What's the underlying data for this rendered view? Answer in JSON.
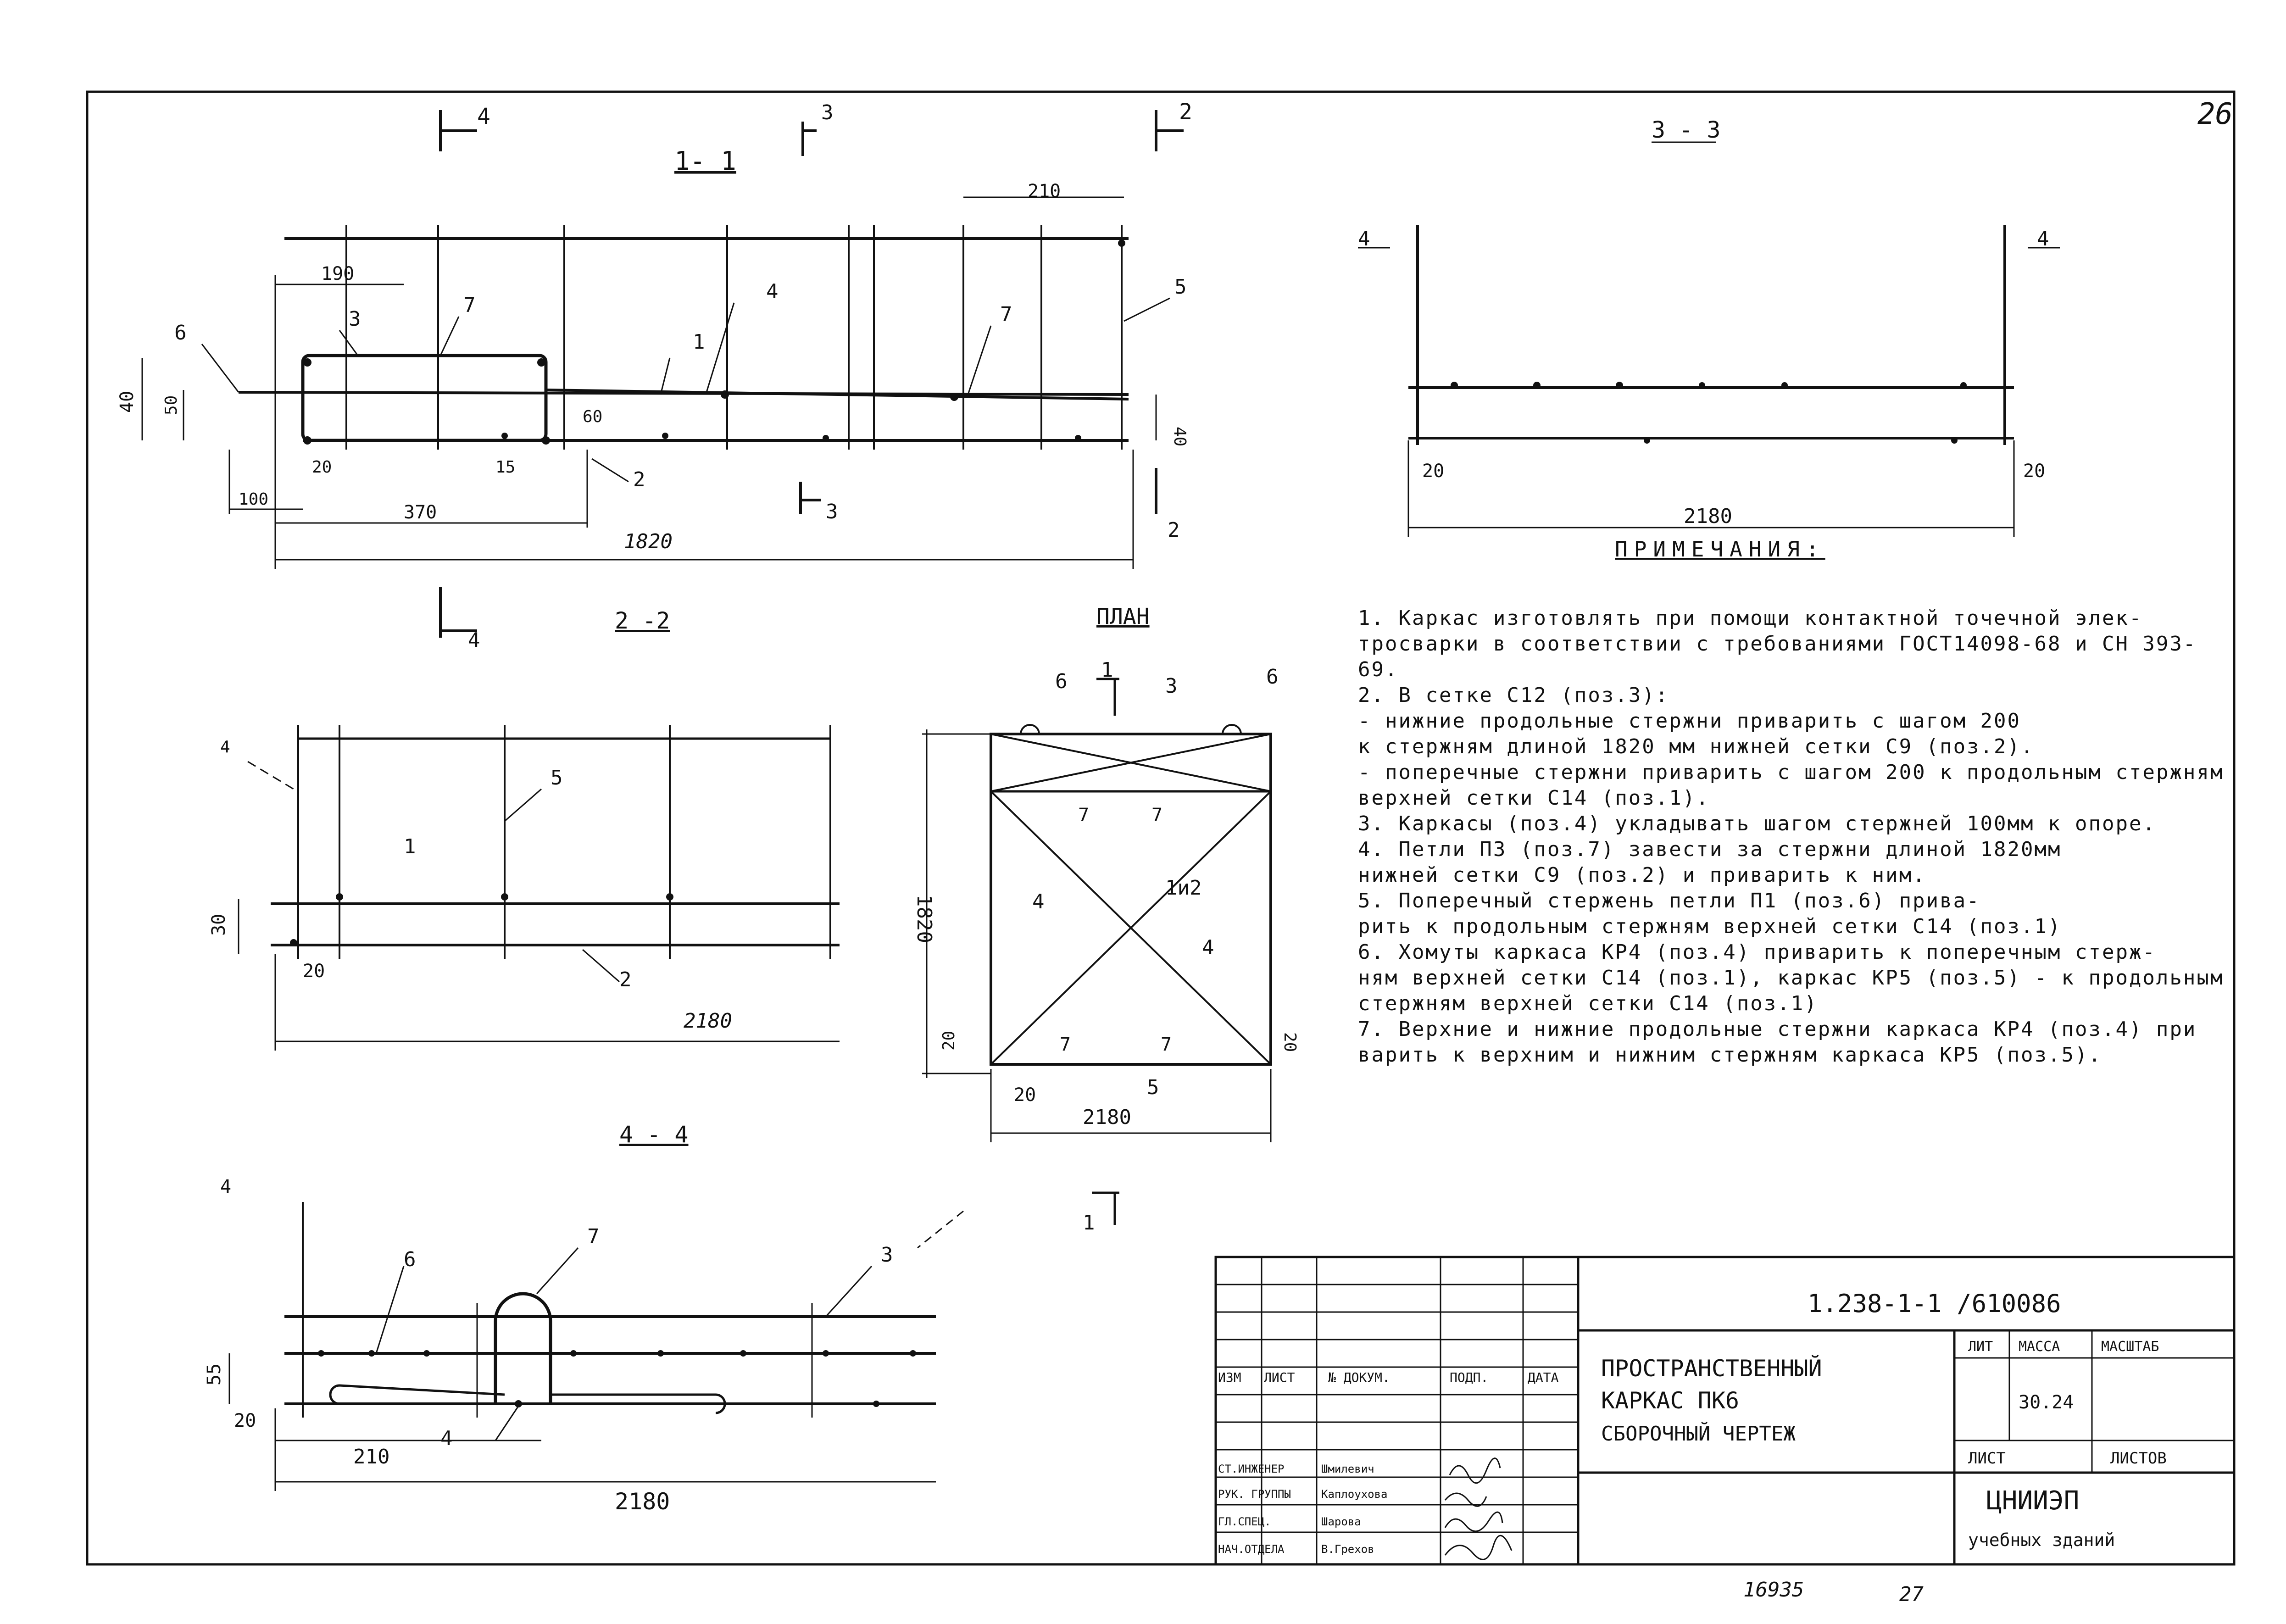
{
  "page_number": "26",
  "sections": {
    "s11": {
      "title": "1- 1",
      "dim_210": "210",
      "dim_190": "190",
      "dim_40": "40",
      "dim_50": "50",
      "dim_60": "60",
      "dim_20": "20",
      "dim_15": "15",
      "dim_100": "100",
      "dim_370": "370",
      "dim_1820": "1820",
      "dim_40r": "40"
    },
    "s33": {
      "title": "3 - 3",
      "dim_20a": "20",
      "dim_20b": "20",
      "dim_2180": "2180"
    },
    "s22": {
      "title": "2 -2",
      "dim_30": "30",
      "dim_20": "20",
      "dim_2180": "2180"
    },
    "plan": {
      "title": "ПЛАН",
      "dim_1820": "1820",
      "dim_20a": "20",
      "dim_20b": "20",
      "dim_20c": "20",
      "dim_2180": "2180"
    },
    "s44": {
      "title": "4 - 4",
      "dim_55": "55",
      "dim_20": "20",
      "dim_210": "210",
      "dim_2180": "2180"
    }
  },
  "cut_marks": [
    "4",
    "3",
    "2",
    "3",
    "2",
    "4",
    "4",
    "4",
    "1",
    "1"
  ],
  "position_labels": [
    "1",
    "2",
    "3",
    "4",
    "5",
    "6",
    "7",
    "1и2"
  ],
  "notes": {
    "heading": "ПРИМЕЧАНИЯ:",
    "items": [
      "1. Каркас изготовлять при помощи контактной точечной элек-",
      "тросварки в соответствии с требованиями ГОСТ14098-68 и СН 393-69.",
      "2. В сетке  С12 (поз.3):",
      " - нижние продольные стержни приварить с шагом 200",
      "   к стержням длиной 1820 мм нижней сетки С9 (поз.2).",
      " - поперечные стержни приварить с шагом 200 к продольным стержням",
      "   верхней сетки С14 (поз.1).",
      "3. Каркасы (поз.4) укладывать шагом стержней 100мм к опоре.",
      "4. Петли П3 (поз.7) завести за стержни длиной 1820мм",
      "   нижней сетки С9 (поз.2) и приварить к ним.",
      "5. Поперечный стержень петли П1 (поз.6) прива-",
      "   рить к продольным стержням верхней сетки С14 (поз.1)",
      "6. Хомуты каркаса КР4 (поз.4) приварить к поперечным стерж-",
      "ням верхней сетки С14 (поз.1), каркас КР5 (поз.5) - к продольным",
      "стержням верхней сетки С14 (поз.1)",
      "7. Верхние и нижние продольные стержни каркаса КР4 (поз.4) при",
      "варить к верхним и нижним стержням каркаса КР5 (поз.5)."
    ]
  },
  "title_block": {
    "code": "1.238-1-1 /610086",
    "title_line1": "ПРОСТРАНСТВЕННЫЙ",
    "title_line2": "КАРКАС  ПК6",
    "title_line3": "СБОРОЧНЫЙ ЧЕРТЕЖ",
    "stage_header": "ЛИТ",
    "mass_header": "МАССА",
    "scale_header": "МАСШТАБ",
    "stage_value": "",
    "mass_value": "30.24",
    "sheet_header": "ЛИСТ",
    "sheets_header": "ЛИСТОВ",
    "org": "ЦНИИЭП",
    "org_sub": "учебных зданий",
    "col_headers": [
      "ИЗМ",
      "ЛИСТ",
      "№ ДОКУМ.",
      "ПОДП.",
      "ДАТА"
    ],
    "roles": [
      "СТ.ИНЖЕНЕР",
      "РУК. ГРУППЫ",
      "ГЛ.СПЕЦ.",
      "НАЧ.ОТДЕЛА"
    ],
    "names": [
      "Шмилевич",
      "Каплоухова",
      "Шарова",
      "В.Грехов"
    ]
  },
  "footer": {
    "inv": "16935",
    "page": "27"
  }
}
